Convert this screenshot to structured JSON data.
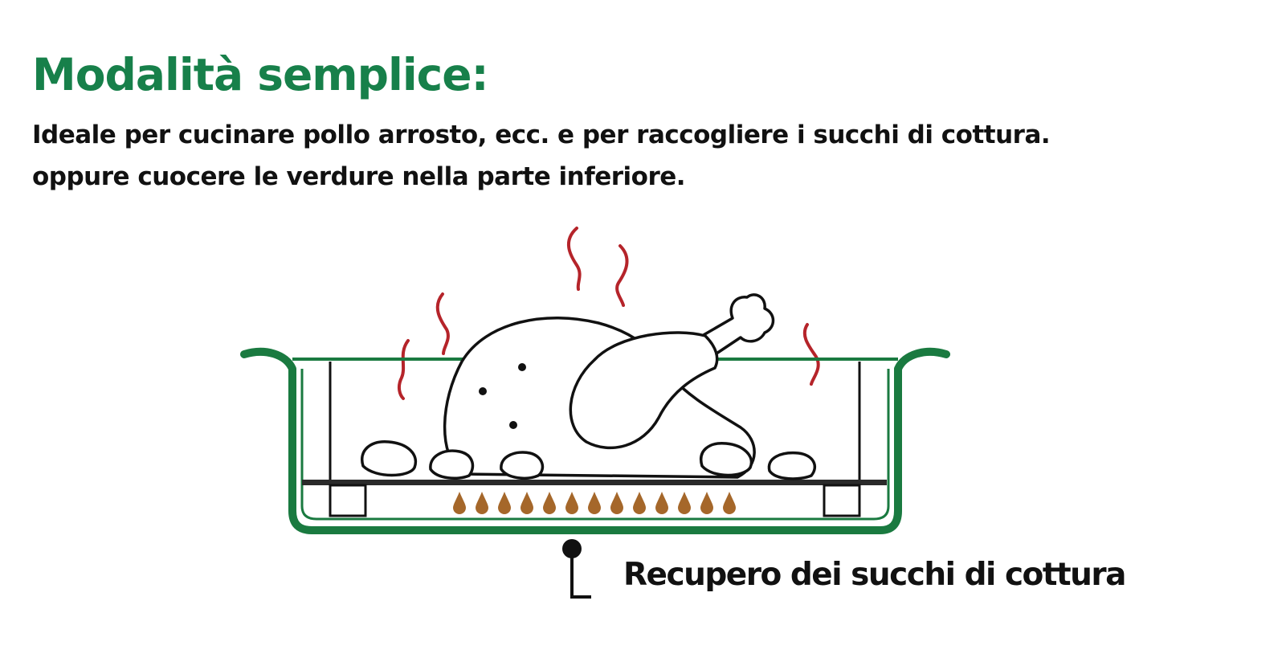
{
  "heading": {
    "title": "Modalità semplice:",
    "line1": "Ideale per cucinare pollo arrosto, ecc. e per raccogliere i succhi di cottura.",
    "line2": "oppure cuocere le verdure nella parte inferiore."
  },
  "illustration": {
    "callout_label": "Recupero dei succhi di cottura",
    "colors": {
      "pan": "#1a7a40",
      "steam": "#b5242a",
      "juice": "#a5672a",
      "outline": "#111111",
      "title": "#17804a"
    },
    "icons": [
      "roast-chicken-icon",
      "steam-icon",
      "juice-drop-icon",
      "pan-icon",
      "vegetable-icon"
    ]
  }
}
